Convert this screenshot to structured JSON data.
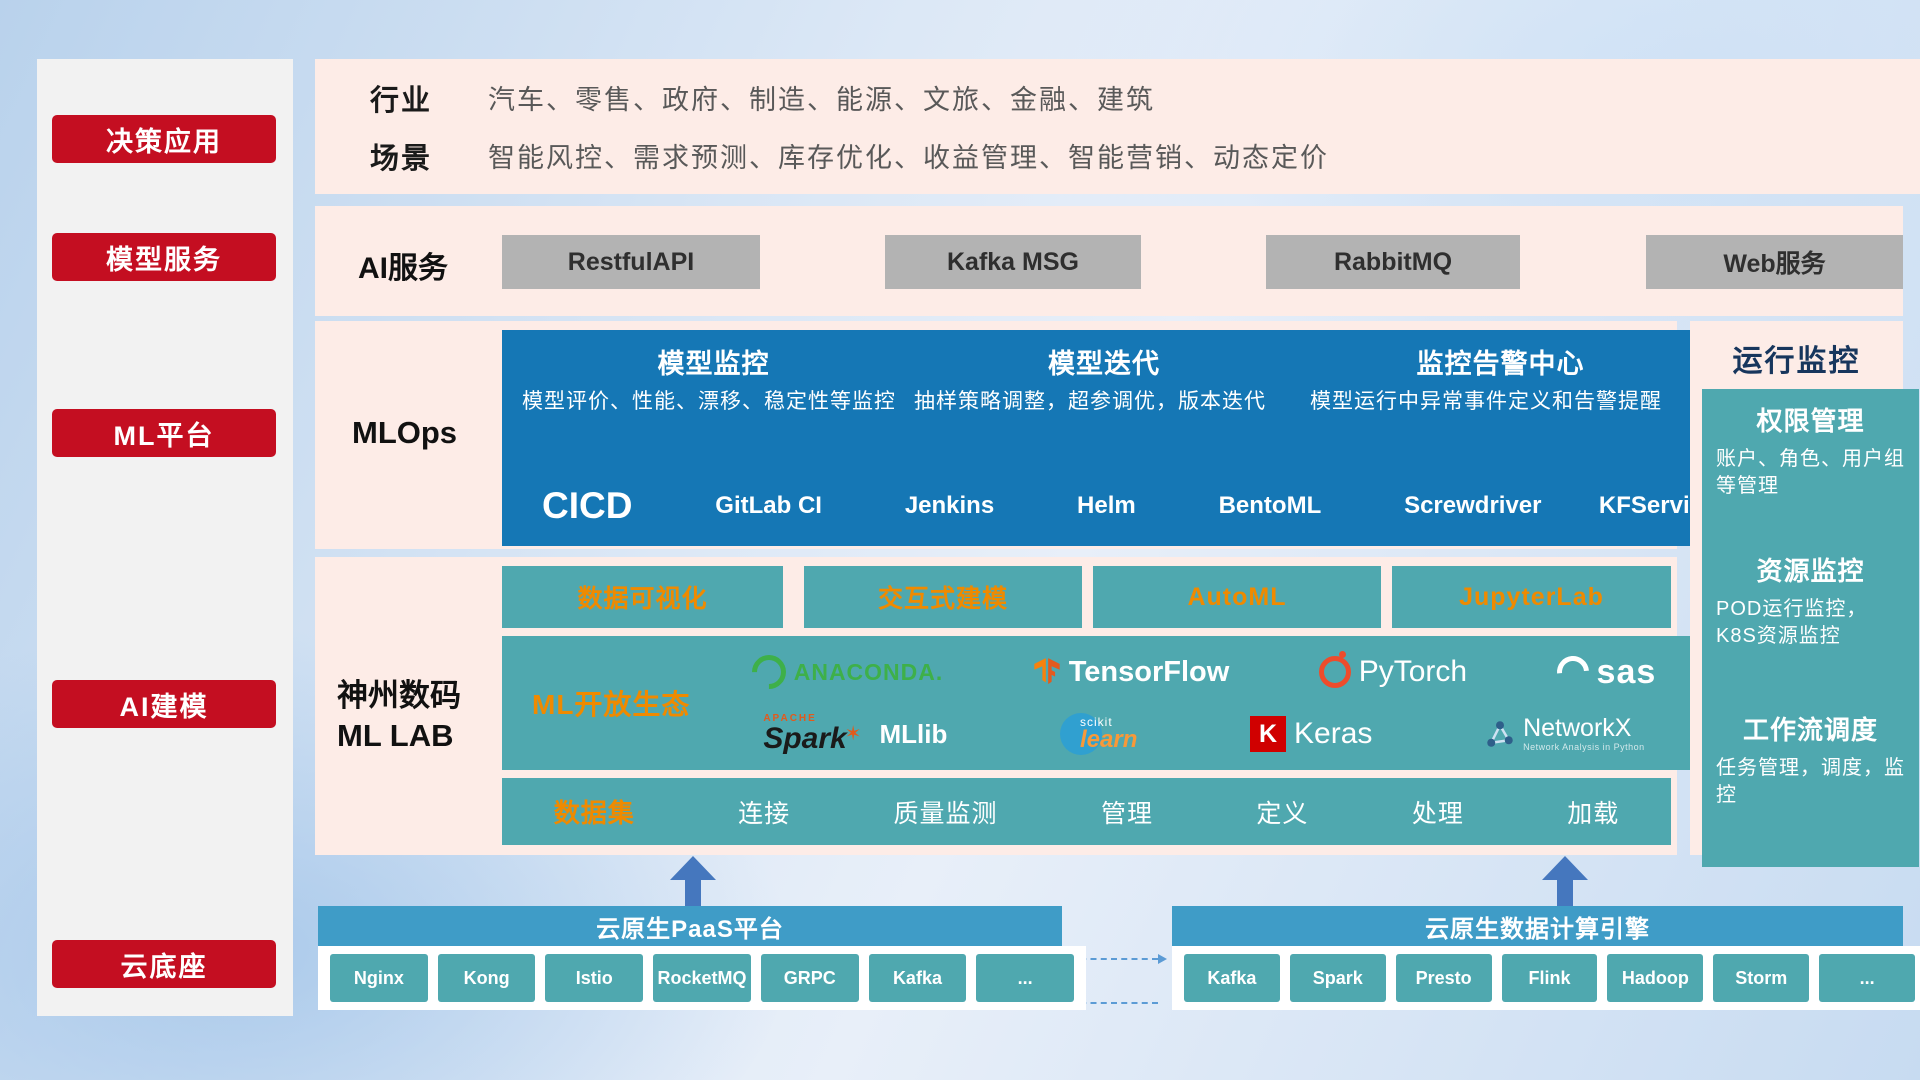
{
  "colors": {
    "accent_red": "#c40e21",
    "card_blue": "#1577b5",
    "teal": "#4fa8af",
    "orange": "#ef8a00",
    "panel_pink": "#fdece7",
    "bottom_header_blue": "#3f9cc7"
  },
  "sidebar": {
    "items": [
      {
        "label": "决策应用"
      },
      {
        "label": "模型服务"
      },
      {
        "label": "ML平台"
      },
      {
        "label": "AI建模"
      },
      {
        "label": "云底座"
      }
    ]
  },
  "industry": {
    "rows": [
      {
        "label": "行业",
        "value": "汽车、零售、政府、制造、能源、文旅、金融、建筑"
      },
      {
        "label": "场景",
        "value": "智能风控、需求预测、库存优化、收益管理、智能营销、动态定价"
      }
    ]
  },
  "ai_service": {
    "label": "AI服务",
    "chips": [
      "RestfulAPI",
      "Kafka MSG",
      "RabbitMQ",
      "Web服务"
    ]
  },
  "mlops": {
    "label": "MLOps",
    "cards": [
      {
        "title": "模型监控",
        "desc": "模型评价、性能、漂移、稳定性等监控"
      },
      {
        "title": "模型迭代",
        "desc": "抽样策略调整，超参调优，版本迭代"
      },
      {
        "title": "监控告警中心",
        "desc": "模型运行中异常事件定义和告警提醒"
      }
    ],
    "cicd_label": "CICD",
    "cicd_items": [
      "GitLab CI",
      "Jenkins",
      "Helm",
      "BentoML",
      "Screwdriver",
      "KFServing"
    ]
  },
  "mllab": {
    "label_line1": "神州数码",
    "label_line2": "ML LAB",
    "feature_boxes": [
      "数据可视化",
      "交互式建模",
      "AutoML",
      "JupyterLab"
    ],
    "ecosystem_label": "ML开放生态",
    "logos": {
      "anaconda": "ANACONDA.",
      "tensorflow": "TensorFlow",
      "pytorch": "PyTorch",
      "sas": "sas",
      "apache": "APACHE",
      "spark": "Spark",
      "spark_star": "✶",
      "mllib": "MLlib",
      "scikit": "scikit",
      "learn": "learn",
      "keras_initial": "K",
      "keras": "Keras",
      "networkx": "NetworkX",
      "networkx_sub": "Network Analysis in Python"
    },
    "dataset_label": "数据集",
    "dataset_items": [
      "连接",
      "质量监测",
      "管理",
      "定义",
      "处理",
      "加载"
    ]
  },
  "monitoring": {
    "title": "运行监控",
    "cards": [
      {
        "title": "权限管理",
        "desc": "账户、角色、用户组等管理"
      },
      {
        "title": "资源监控",
        "desc": "POD运行监控，K8S资源监控"
      },
      {
        "title": "工作流调度",
        "desc": "任务管理，调度，监控"
      }
    ]
  },
  "platforms": {
    "paas": {
      "title": "云原生PaaS平台",
      "chips": [
        "Nginx",
        "Kong",
        "Istio",
        "RocketMQ",
        "GRPC",
        "Kafka",
        "..."
      ]
    },
    "engine": {
      "title": "云原生数据计算引擎",
      "chips": [
        "Kafka",
        "Spark",
        "Presto",
        "Flink",
        "Hadoop",
        "Storm",
        "..."
      ]
    }
  }
}
